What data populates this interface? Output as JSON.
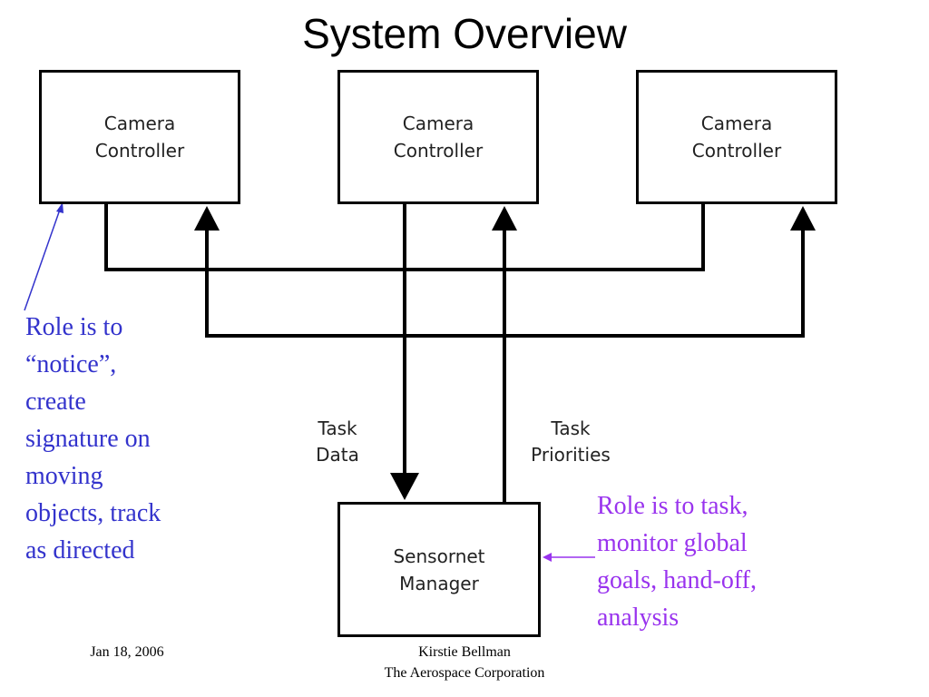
{
  "title": "System Overview",
  "boxes": {
    "camera_left": "Camera\nController",
    "camera_center": "Camera\nController",
    "camera_right": "Camera\nController",
    "sensornet": "Sensornet\nManager"
  },
  "flow_labels": {
    "task_data": "Task\nData",
    "task_priorities": "Task\nPriorities"
  },
  "notes": {
    "camera_role": "Role is to\n“notice”,\ncreate\nsignature on\nmoving\nobjects, track\nas directed",
    "manager_role": "Role is to task,\nmonitor global\ngoals, hand-off,\nanalysis"
  },
  "colors": {
    "camera_note": "#3333cc",
    "manager_note": "#9933ee"
  },
  "footer": {
    "date": "Jan 18, 2006",
    "author": "Kirstie Bellman",
    "organization": "The Aerospace Corporation"
  }
}
